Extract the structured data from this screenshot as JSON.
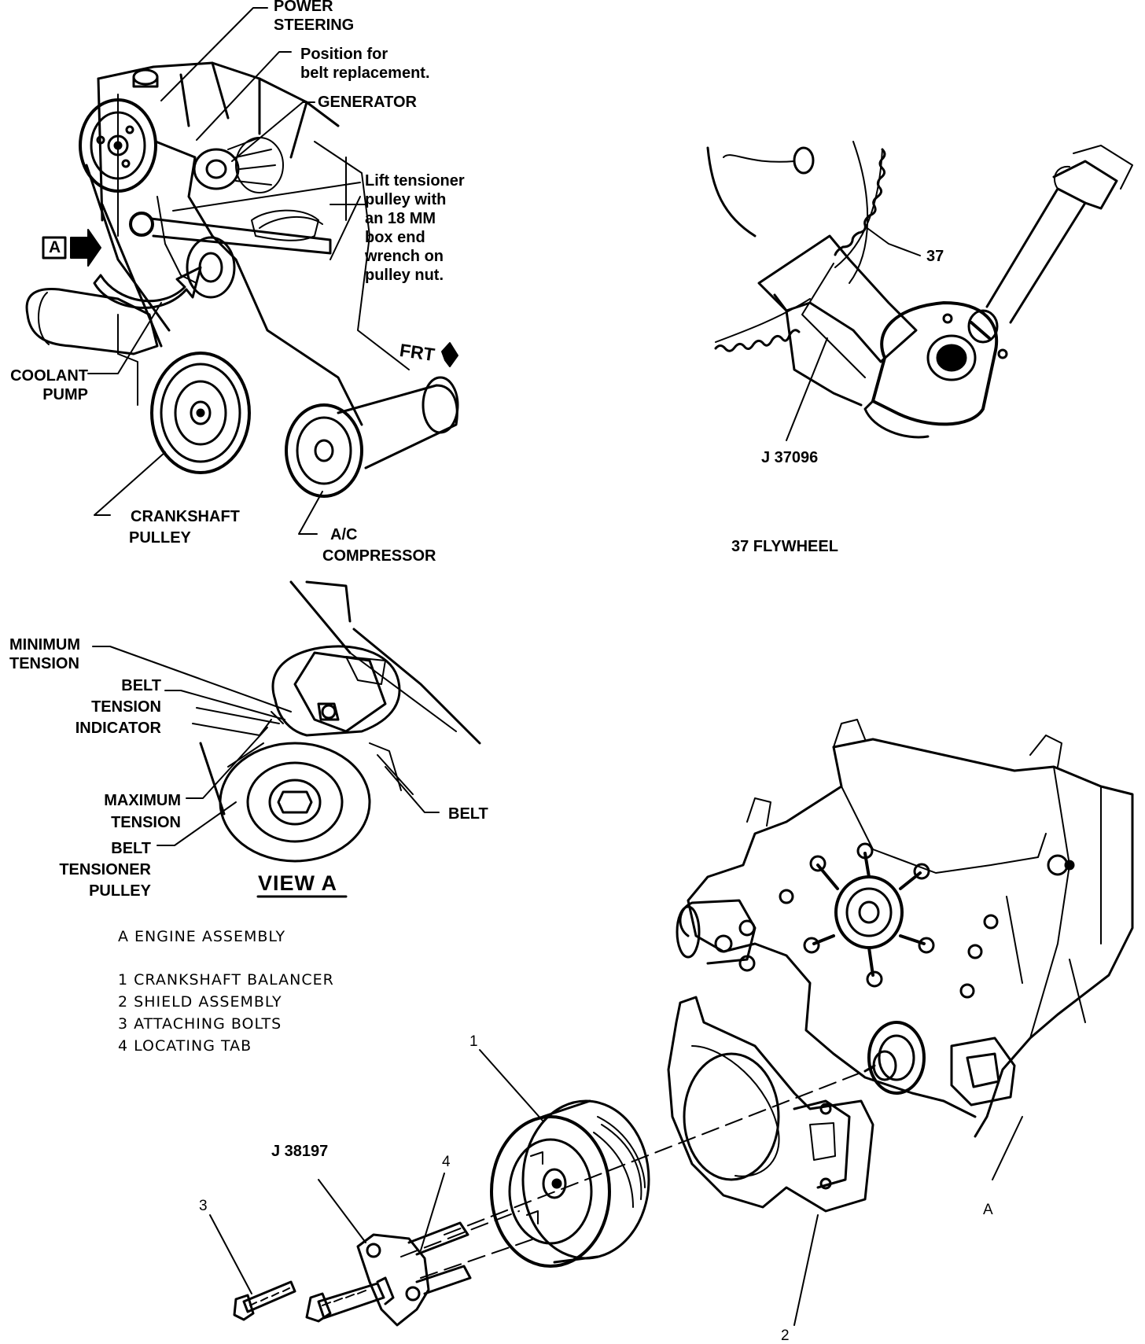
{
  "top_left": {
    "power_steering": [
      "POWER",
      "STEERING"
    ],
    "position_note": [
      "Position for",
      "belt replacement."
    ],
    "generator": "GENERATOR",
    "tensioner_note": [
      "Lift tensioner",
      "pulley with",
      "an 18 MM",
      "box end",
      "wrench on",
      "pulley nut."
    ],
    "view_marker": "A",
    "frt": "FRT",
    "coolant_pump": [
      "COOLANT",
      "PUMP"
    ],
    "crankshaft_pulley": [
      "CRANKSHAFT",
      "PULLEY"
    ],
    "ac_compressor": [
      "A/C",
      "COMPRESSOR"
    ]
  },
  "top_right": {
    "callout_37": "37",
    "tool": "J 37096",
    "caption": "37 FLYWHEEL"
  },
  "middle_left": {
    "minimum_tension": [
      "MINIMUM",
      "TENSION"
    ],
    "belt_tension_indicator": [
      "BELT",
      "TENSION",
      "INDICATOR"
    ],
    "maximum_tension": [
      "MAXIMUM",
      "TENSION"
    ],
    "belt_tensioner_pulley": [
      "BELT",
      "TENSIONER",
      "PULLEY"
    ],
    "belt": "BELT",
    "view_title": "VIEW A"
  },
  "legend": {
    "engine": "A  ENGINE ASSEMBLY",
    "items": [
      "1  CRANKSHAFT BALANCER",
      "2  SHIELD ASSEMBLY",
      "3  ATTACHING BOLTS",
      "4  LOCATING TAB"
    ]
  },
  "bottom_right": {
    "tool": "J 38197",
    "callout_1": "1",
    "callout_2": "2",
    "callout_3": "3",
    "callout_4": "4",
    "callout_a": "A"
  }
}
